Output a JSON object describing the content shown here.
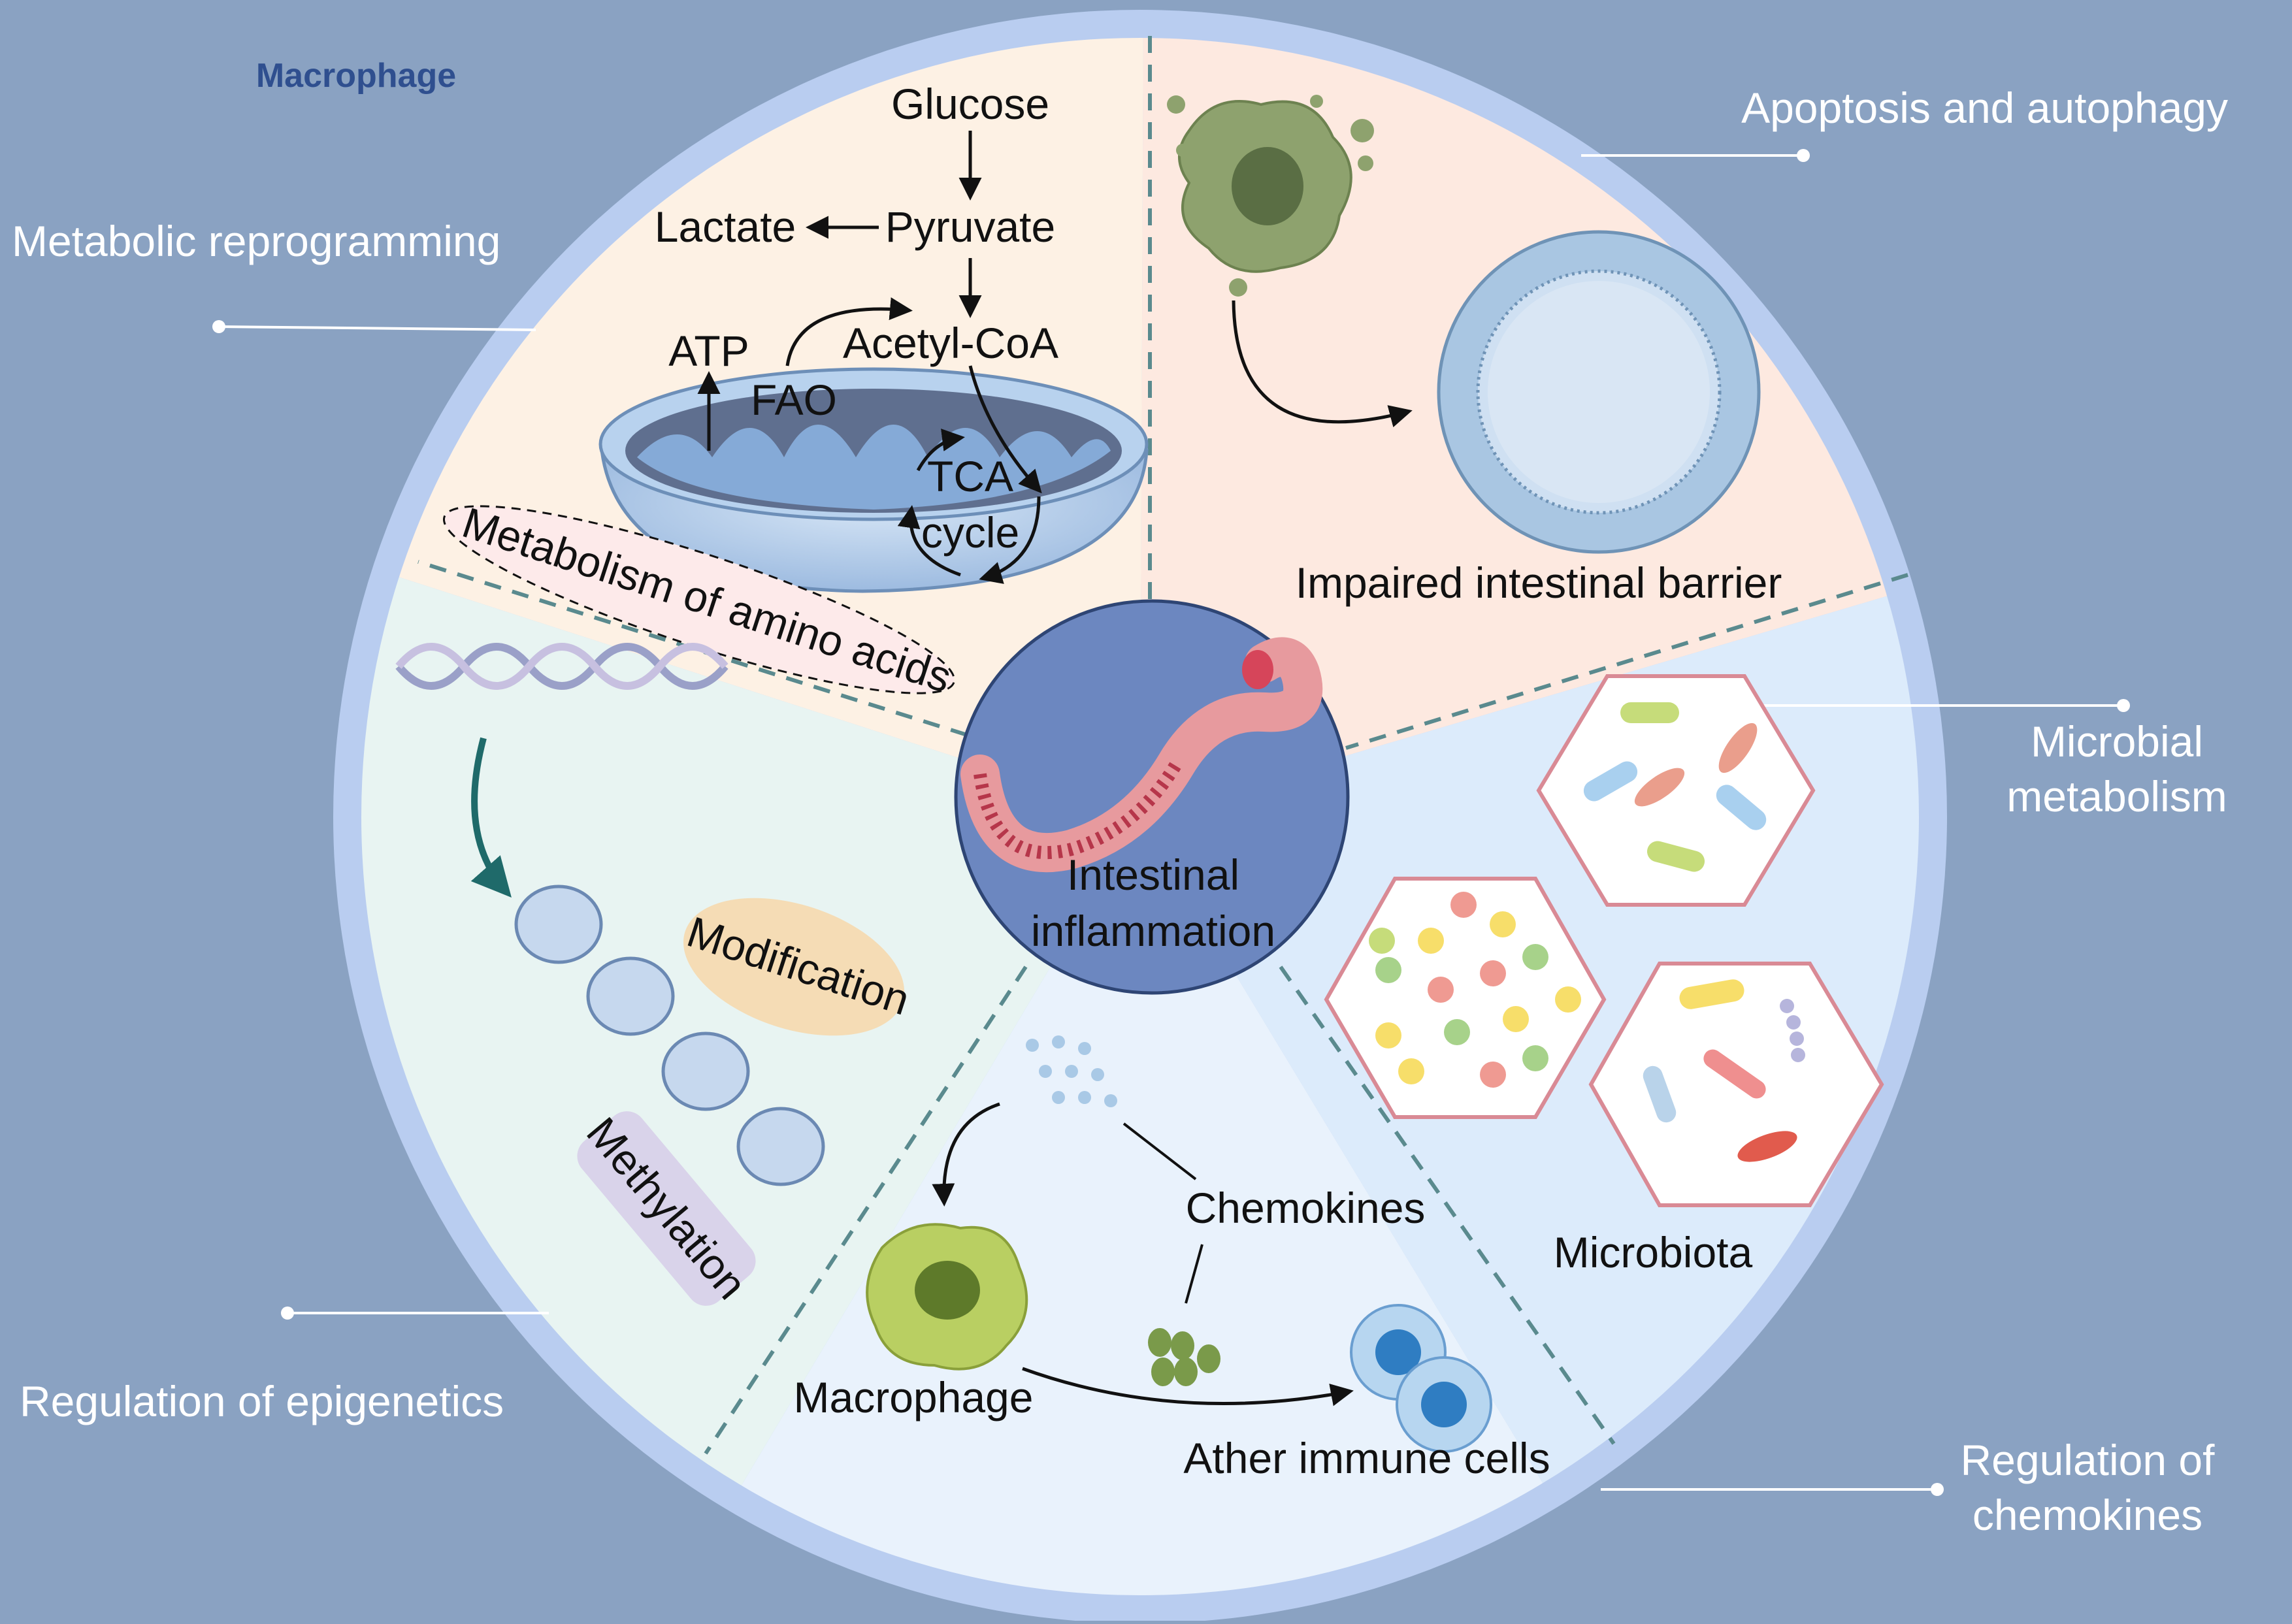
{
  "outer_labels": {
    "macrophage_title": "Macrophage",
    "metabolic_reprogramming": "Metabolic reprogramming",
    "apoptosis_autophagy": "Apoptosis and autophagy",
    "microbial_metabolism_1": "Microbial",
    "microbial_metabolism_2": "metabolism",
    "regulation_epigenetics": "Regulation of epigenetics",
    "regulation_chemokines_1": "Regulation of",
    "regulation_chemokines_2": "chemokines"
  },
  "metabolism": {
    "glucose": "Glucose",
    "pyruvate": "Pyruvate",
    "lactate": "Lactate",
    "acetyl_coa": "Acetyl-CoA",
    "atp": "ATP",
    "fao": "FAO",
    "tca_1": "TCA",
    "tca_2": "cycle",
    "amino_acids": "Metabolism of amino acids"
  },
  "apoptosis": {
    "barrier": "Impaired intestinal barrier"
  },
  "center": {
    "line1": "Intestinal",
    "line2": "inflammation"
  },
  "epigenetics": {
    "modification": "Modification",
    "methylation": "Methylation"
  },
  "chemokines": {
    "chemokines": "Chemokines",
    "macrophage": "Macrophage",
    "other_cells": "Ather immune cells"
  },
  "microbiota": {
    "label": "Microbiota"
  },
  "colors": {
    "background": "#8aa2c2",
    "rim": "#b9cdf0",
    "metabolic_sector": "#fdf1e4",
    "apoptosis_sector": "#fde9e0",
    "microbial_sector": "#dcebfb",
    "chemokine_sector": "#e9f2fc",
    "epigenetic_sector": "#e8f4f2",
    "center_circle": "#6c87c0",
    "title_blue": "#2f4f8f"
  }
}
